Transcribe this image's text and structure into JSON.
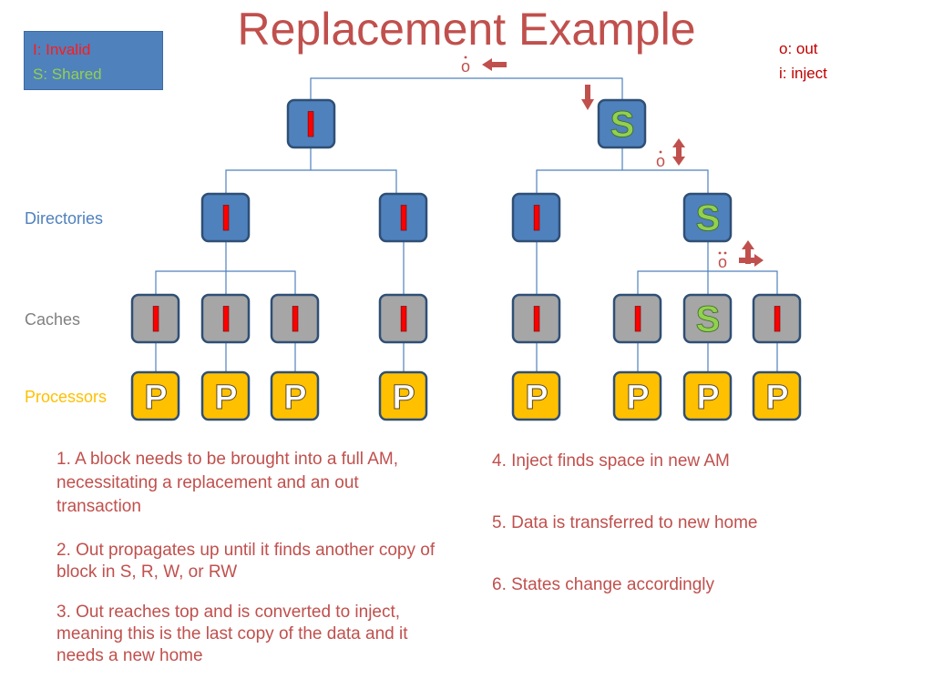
{
  "title": "Replacement Example",
  "legend": {
    "invalid": "I: Invalid",
    "shared": "S: Shared"
  },
  "key": {
    "out": "o: out",
    "inject": "i: inject"
  },
  "row_labels": {
    "directories": "Directories",
    "caches": "Caches",
    "processors": "Processors"
  },
  "transaction_labels": {
    "top": "o",
    "level2": "o",
    "level3": "o"
  },
  "node_letters": {
    "invalid": "I",
    "shared": "S",
    "processor": "P"
  },
  "tree": {
    "level1": [
      "I",
      "S"
    ],
    "directories": [
      "I",
      "I",
      "I",
      "S"
    ],
    "caches": [
      "I",
      "I",
      "I",
      "I",
      "I",
      "I",
      "S",
      "I"
    ],
    "processors": [
      "P",
      "P",
      "P",
      "P",
      "P",
      "P",
      "P",
      "P"
    ]
  },
  "colors": {
    "title": "#c0504d",
    "directory_node": "#4f81bd",
    "cache_node": "#a6a6a6",
    "processor_node": "#ffc000",
    "invalid_letter": "#ff0000",
    "shared_letter": "#92d050",
    "processor_letter": "#ffffff",
    "arrow": "#c0504d",
    "line": "#4f81bd"
  },
  "notes": [
    "1. A block needs to be brought into a full AM, necessitating a replacement and an out transaction",
    "2. Out propagates up until it finds another copy of block in S, R, W, or RW",
    "3. Out reaches top and is converted to inject, meaning this is the last copy of the data and it needs a new home",
    "4. Inject finds space in new AM",
    "5. Data is transferred to new home",
    "6. States change accordingly"
  ]
}
